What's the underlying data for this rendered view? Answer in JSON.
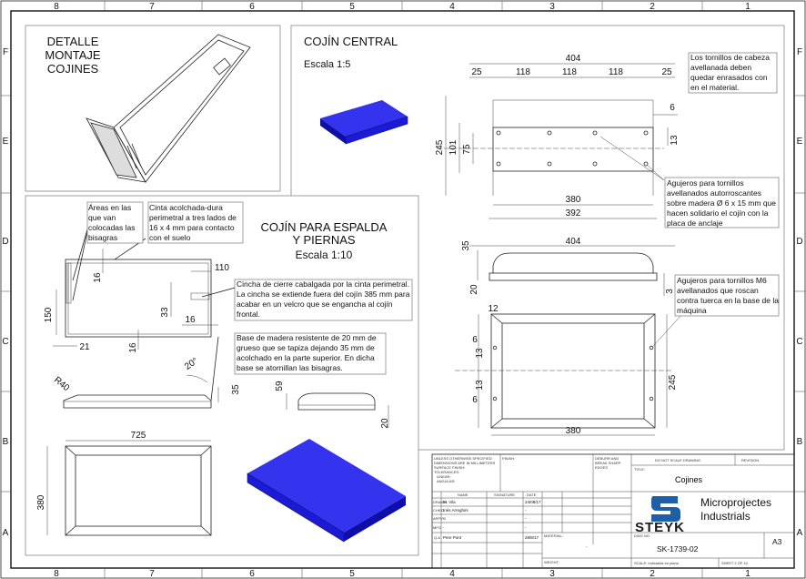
{
  "border": {
    "columns": [
      "8",
      "7",
      "6",
      "5",
      "4",
      "3",
      "2",
      "1"
    ],
    "rows": [
      "F",
      "E",
      "D",
      "C",
      "B",
      "A"
    ]
  },
  "detail_panel": {
    "title_lines": [
      "DETALLE",
      "MONTAJE",
      "COJINES"
    ]
  },
  "central_panel": {
    "title": "COJÍN CENTRAL",
    "scale": "Escala  1:5",
    "dims": {
      "overall": "404",
      "edge_left": "25",
      "spacing": [
        "118",
        "118",
        "118"
      ],
      "edge_right": "25",
      "right_inset": "6",
      "hole_v": "13",
      "height": "245",
      "inner_h": "101",
      "hole_spacing": "75",
      "inner_w": "380",
      "outer_w": "392",
      "side_w": "404",
      "side_h": "35",
      "side_base": "20",
      "side_gap": "3",
      "bottom_inset": "12",
      "hole_a": "6",
      "hole_b": "13",
      "hole_c": "13",
      "hole_d": "6",
      "bottom_h": "245",
      "bottom_w": "380"
    },
    "notes": {
      "flush": "Los tornillos de cabeza avellanada deben quedar enrasados con en el material.",
      "wood_screws": "Agujeros para tornillos avellanados autorroscantes sobre madera Ø 6 x 15 mm que hacen solidario el cojín con la placa de anclaje",
      "m6_screws": "Agujeros para tornillos M6 avellanados que roscan contra tuerca en la base de la máquina"
    }
  },
  "back_panel": {
    "title_lines": [
      "COJÍN PARA ESPALDA",
      "Y PIERNAS"
    ],
    "scale": "Escala  1:10",
    "dims": {
      "strap_w": "110",
      "top_band": "16",
      "strap_h": "33",
      "strap_in": "16",
      "hinge_h": "150",
      "hinge_off": "21",
      "bottom_band": "16",
      "angle": "20°",
      "radius": "R40",
      "side_h": "35",
      "profile_h": "59",
      "profile_base": "20",
      "length": "725",
      "width": "380"
    },
    "notes": {
      "hinges": "Áreas en las que van colocadas las bisagras",
      "tape": "Cinta acolchada-dura perimetral a tres lados de 16 x 4 mm para contacto con el suelo",
      "strap": "Cincha de cierre cabalgada por la cinta perimetral. La cincha se extiende fuera del cojín 385 mm para acabar en un velcro que se engancha al cojín frontal.",
      "base": "Base de madera resistente de 20 mm de grueso que se tapiza dejando 35 mm de acolchado en la parte superior. En dicha base se atornillan las bisagras."
    }
  },
  "title_block": {
    "unless": [
      "UNLESS OTHERWISE SPECIFIED:",
      "DIMENSIONS ARE IN MILLIMETERS",
      "SURFACE FINISH:",
      "TOLERANCES:",
      "  LINEAR:",
      "  ANGULAR:"
    ],
    "finish": "FINISH:",
    "deburr": [
      "DEBURR AND",
      "BREAK SHARP",
      "EDGES"
    ],
    "do_not_scale": "DO NOT SCALE DRAWING",
    "revision": "REVISION",
    "title_label": "TITLE:",
    "title": "Cojines",
    "headers": [
      "NAME",
      "SIGNATURE",
      "DATE"
    ],
    "rows": [
      {
        "role": "DRAWN",
        "name": "M. Vila",
        "date": "24/08/17"
      },
      {
        "role": "CHK'D",
        "name": "Inés Arreghini",
        "date": "-"
      },
      {
        "role": "APPV'D",
        "name": "-",
        "date": "-"
      },
      {
        "role": "MFG",
        "name": "-",
        "date": "-"
      },
      {
        "role": "Q.A",
        "name": "Pere Pont",
        "date": "28/8/17"
      }
    ],
    "material_label": "MATERIAL:",
    "material": "-",
    "weight_label": "WEIGHT:",
    "company_line1": "Microprojectes",
    "company_line2": "Industrials",
    "logo_text": "STEYK",
    "dwg_no_label": "DWG NO.",
    "dwg_no": "SK-1739-02",
    "size": "A3",
    "scale": "SCALE: Indicadas en plano",
    "sheet": "SHEET 2 OF 10",
    "logo_color": "#1d5fa8"
  }
}
